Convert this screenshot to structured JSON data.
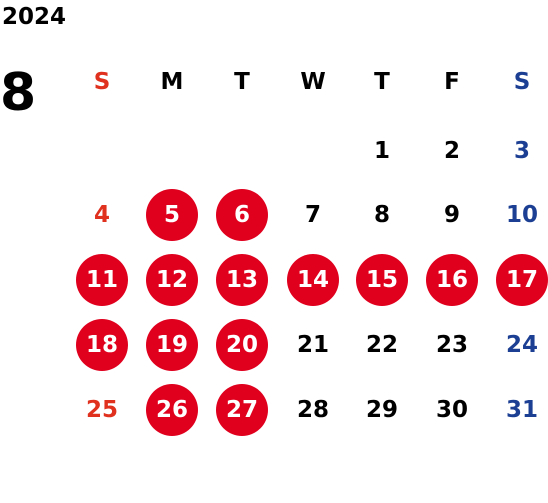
{
  "calendar": {
    "year": "2024",
    "month": "8",
    "colors": {
      "sunday": "#e0301e",
      "saturday": "#1c3f94",
      "weekday": "#000000",
      "marked_bg": "#e0001e",
      "marked_text": "#ffffff"
    },
    "weekdays": [
      "S",
      "M",
      "T",
      "W",
      "T",
      "F",
      "S"
    ],
    "weekday_colors": [
      "#e0301e",
      "#000000",
      "#000000",
      "#000000",
      "#000000",
      "#000000",
      "#1c3f94"
    ],
    "weeks": [
      [
        null,
        null,
        null,
        null,
        {
          "day": "1",
          "marked": false
        },
        {
          "day": "2",
          "marked": false
        },
        {
          "day": "3",
          "marked": false
        }
      ],
      [
        {
          "day": "4",
          "marked": false
        },
        {
          "day": "5",
          "marked": true
        },
        {
          "day": "6",
          "marked": true
        },
        {
          "day": "7",
          "marked": false
        },
        {
          "day": "8",
          "marked": false
        },
        {
          "day": "9",
          "marked": false
        },
        {
          "day": "10",
          "marked": false
        }
      ],
      [
        {
          "day": "11",
          "marked": true
        },
        {
          "day": "12",
          "marked": true
        },
        {
          "day": "13",
          "marked": true
        },
        {
          "day": "14",
          "marked": true
        },
        {
          "day": "15",
          "marked": true
        },
        {
          "day": "16",
          "marked": true
        },
        {
          "day": "17",
          "marked": true
        }
      ],
      [
        {
          "day": "18",
          "marked": true
        },
        {
          "day": "19",
          "marked": true
        },
        {
          "day": "20",
          "marked": true
        },
        {
          "day": "21",
          "marked": false
        },
        {
          "day": "22",
          "marked": false
        },
        {
          "day": "23",
          "marked": false
        },
        {
          "day": "24",
          "marked": false
        }
      ],
      [
        {
          "day": "25",
          "marked": false
        },
        {
          "day": "26",
          "marked": true
        },
        {
          "day": "27",
          "marked": true
        },
        {
          "day": "28",
          "marked": false
        },
        {
          "day": "29",
          "marked": false
        },
        {
          "day": "30",
          "marked": false
        },
        {
          "day": "31",
          "marked": false
        }
      ]
    ]
  }
}
